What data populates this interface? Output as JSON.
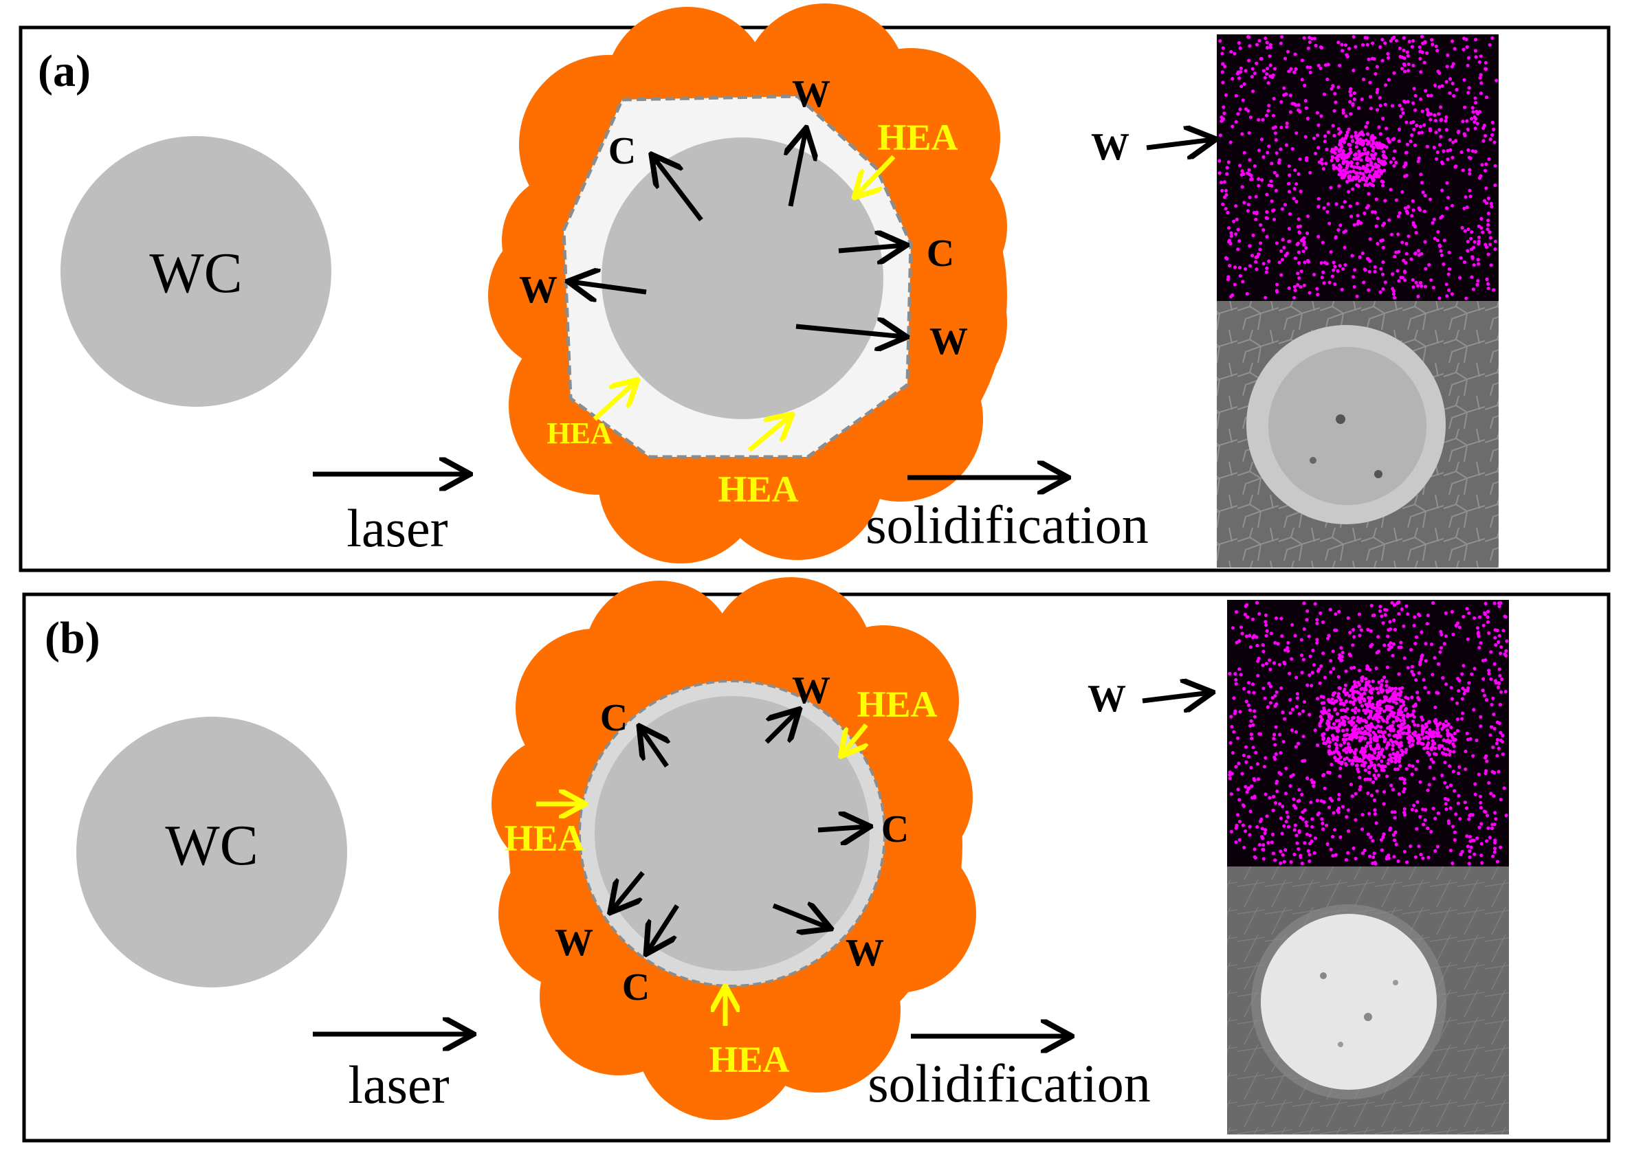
{
  "panels": [
    {
      "label": "(a)",
      "wc_label": "WC",
      "laser_label": "laser",
      "solidification_label": "solidification",
      "map_element_label": "W",
      "element_labels": [
        {
          "text": "W"
        },
        {
          "text": "C"
        },
        {
          "text": "C"
        },
        {
          "text": "W"
        },
        {
          "text": "W"
        }
      ],
      "hea_labels": [
        {
          "text": "HEA"
        },
        {
          "text": "HEA"
        },
        {
          "text": "HEA"
        }
      ]
    },
    {
      "label": "(b)",
      "wc_label": "WC",
      "laser_label": "laser",
      "solidification_label": "solidification",
      "map_element_label": "W",
      "element_labels": [
        {
          "text": "W"
        },
        {
          "text": "C"
        },
        {
          "text": "C"
        },
        {
          "text": "W"
        },
        {
          "text": "C"
        },
        {
          "text": "W"
        }
      ],
      "hea_labels": [
        {
          "text": "HEA"
        },
        {
          "text": "HEA"
        },
        {
          "text": "HEA"
        }
      ]
    }
  ],
  "colors": {
    "melt_pool": "#ff6f00",
    "wc_core": "#bebebe",
    "reaction_layer_a": "#f4f4f4",
    "reaction_layer_b": "#d9d9d9",
    "hea_arrow": "#ffff00",
    "eds_background": "#0a000a",
    "eds_dots": "#ff00ff"
  }
}
